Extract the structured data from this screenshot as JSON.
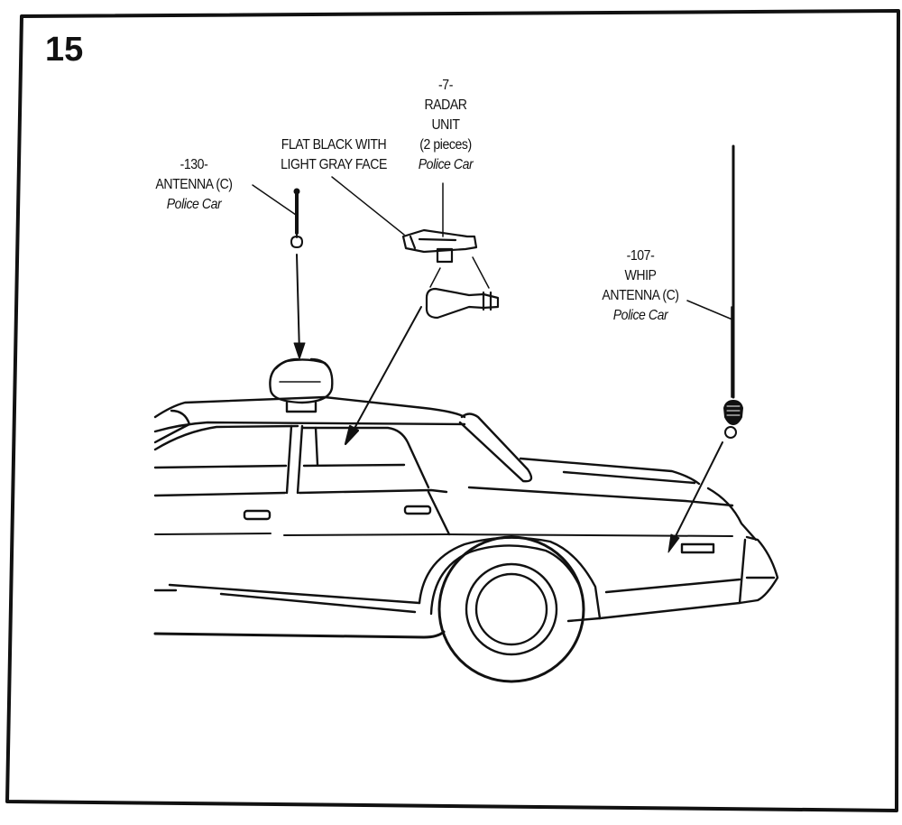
{
  "page": {
    "number": "15",
    "ink_color": "#111111",
    "paper_color": "#ffffff"
  },
  "callouts": {
    "antenna_130": {
      "ref": "-130-",
      "name": "ANTENNA (C)",
      "note": "Police Car"
    },
    "finish_note": {
      "line1": "FLAT BLACK WITH",
      "line2": "LIGHT GRAY FACE"
    },
    "radar_7": {
      "ref": "-7-",
      "name_line1": "RADAR",
      "name_line2": "UNIT",
      "qty": "(2 pieces)",
      "note": "Police Car"
    },
    "whip_antenna_107": {
      "ref": "-107-",
      "name_line1": "WHIP",
      "name_line2": "ANTENNA (C)",
      "note": "Police Car"
    }
  },
  "parts": [
    {
      "id": "antenna-130",
      "label": "Antenna"
    },
    {
      "id": "radar-unit-7",
      "label": "Radar unit"
    },
    {
      "id": "whip-antenna-107",
      "label": "Whip antenna"
    },
    {
      "id": "roof-light",
      "label": "Roof light"
    },
    {
      "id": "police-car",
      "label": "Car body"
    }
  ]
}
